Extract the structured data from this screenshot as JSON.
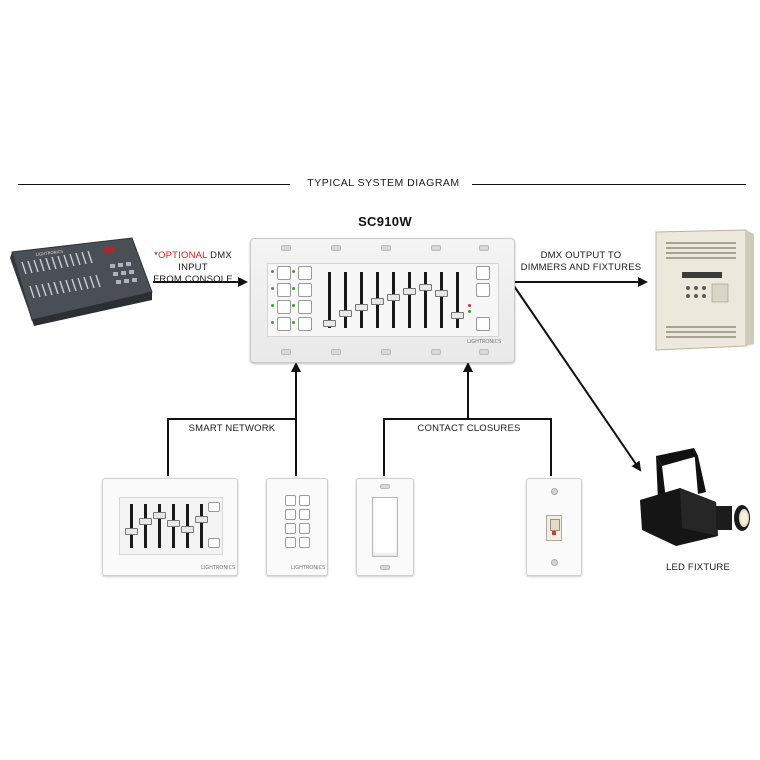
{
  "diagram": {
    "title": "TYPICAL SYSTEM DIAGRAM",
    "center_device": "SC910W",
    "labels": {
      "optional_prefix": "*",
      "optional_word": "OPTIONAL",
      "dmx_input_line1_rest": " DMX INPUT",
      "dmx_input_line2": "FROM CONSOLE",
      "dmx_output_line1": "DMX OUTPUT TO",
      "dmx_output_line2": "DIMMERS AND FIXTURES",
      "smart_network": "SMART NETWORK",
      "contact_closures": "CONTACT CLOSURES",
      "led_fixture": "LED FIXTURE"
    },
    "brand_mark": "LIGHTRONICS",
    "colors": {
      "accent_red": "#e0201a",
      "line": "#111111",
      "console_body": "#4a4f55",
      "dimmer_rack": "#ece8dc",
      "fixture": "#111111"
    }
  }
}
